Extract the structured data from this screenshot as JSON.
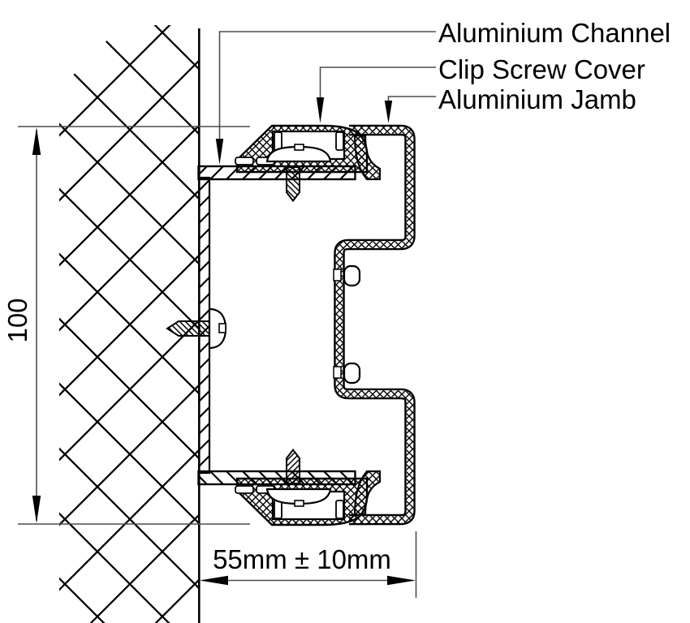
{
  "labels": {
    "channel": "Aluminium Channel",
    "clip_screw_cover": "Clip Screw Cover",
    "jamb": "Aluminium Jamb"
  },
  "dimensions": {
    "height": "100",
    "width": "55mm ± 10mm"
  },
  "colors": {
    "line": "#000000",
    "thin_line": "#4d4d4d",
    "background": "#ffffff"
  }
}
